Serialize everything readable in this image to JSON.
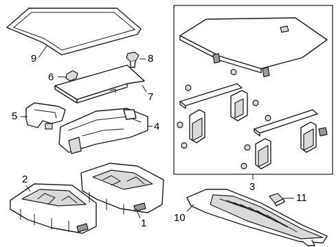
{
  "diagram": {
    "callouts": {
      "c1": "1",
      "c2": "2",
      "c3": "3",
      "c4": "4",
      "c5": "5",
      "c6": "6",
      "c7": "7",
      "c8": "8",
      "c9": "9",
      "c10": "10",
      "c11": "11"
    }
  }
}
